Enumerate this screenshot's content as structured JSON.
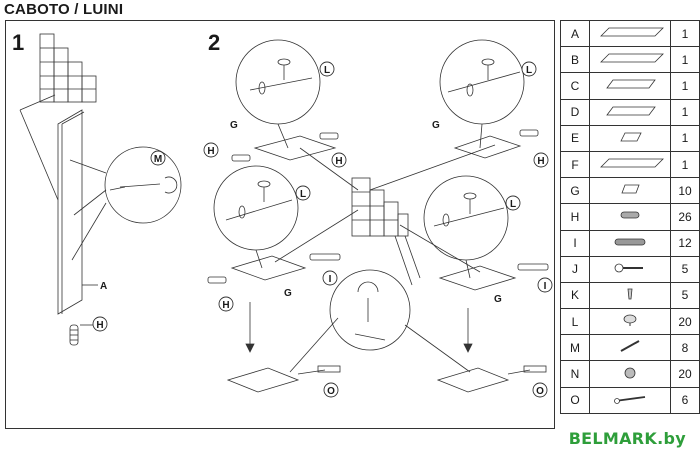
{
  "title": "CABOTO / LUINI",
  "steps": {
    "step1": "1",
    "step2": "2"
  },
  "callouts": {
    "A": "A",
    "G": "G",
    "H": "H",
    "I": "I",
    "L": "L",
    "M": "M",
    "O": "O"
  },
  "parts": [
    {
      "letter": "A",
      "icon": "long-panel-icon",
      "qty": "1"
    },
    {
      "letter": "B",
      "icon": "long-panel-icon",
      "qty": "1"
    },
    {
      "letter": "C",
      "icon": "medium-panel-icon",
      "qty": "1"
    },
    {
      "letter": "D",
      "icon": "medium-panel-icon",
      "qty": "1"
    },
    {
      "letter": "E",
      "icon": "small-panel-icon",
      "qty": "1"
    },
    {
      "letter": "F",
      "icon": "long-panel-icon",
      "qty": "1"
    },
    {
      "letter": "G",
      "icon": "shelf-icon",
      "qty": "10"
    },
    {
      "letter": "H",
      "icon": "dowel-icon",
      "qty": "26"
    },
    {
      "letter": "I",
      "icon": "long-dowel-icon",
      "qty": "12"
    },
    {
      "letter": "J",
      "icon": "screw-icon",
      "qty": "5"
    },
    {
      "letter": "K",
      "icon": "wall-plug-icon",
      "qty": "5"
    },
    {
      "letter": "L",
      "icon": "cam-lock-icon",
      "qty": "20"
    },
    {
      "letter": "M",
      "icon": "cam-bolt-icon",
      "qty": "8"
    },
    {
      "letter": "N",
      "icon": "cap-icon",
      "qty": "20"
    },
    {
      "letter": "O",
      "icon": "connector-bolt-icon",
      "qty": "6"
    }
  ],
  "watermark": "BELMARK.by"
}
